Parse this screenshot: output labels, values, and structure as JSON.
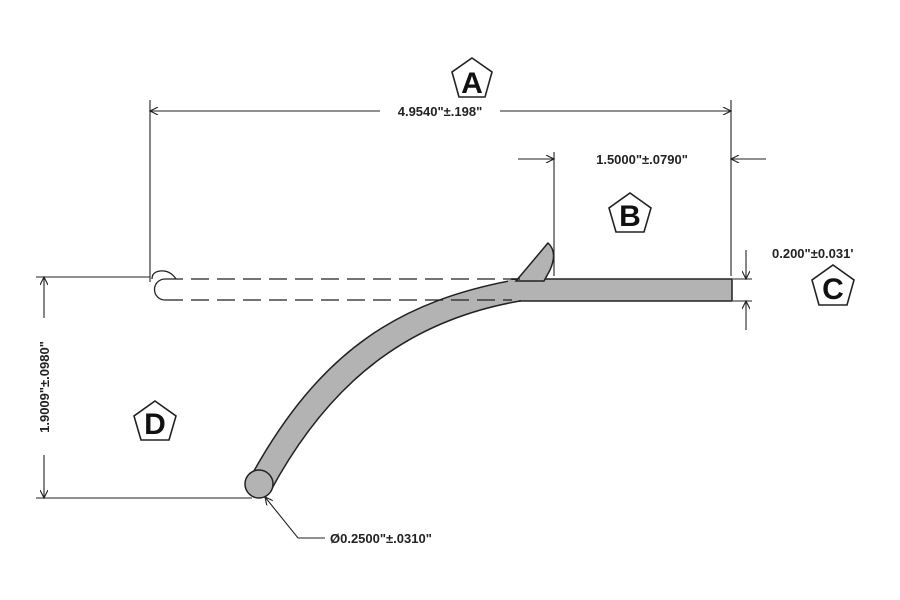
{
  "drawing": {
    "part_fill_color": "#b3b3b3",
    "line_color": "#222222",
    "labels": {
      "a": "A",
      "b": "B",
      "c": "C",
      "d": "D"
    },
    "dimensions": {
      "overall_length": "4.9540\"±.198\"",
      "straight_length": "1.5000\"±.0790\"",
      "thickness": "0.200\"±0.031'",
      "drop_height": "1.9009\"±.0980\"",
      "tip_diameter": "Ø0.2500\"±.0310\""
    }
  }
}
